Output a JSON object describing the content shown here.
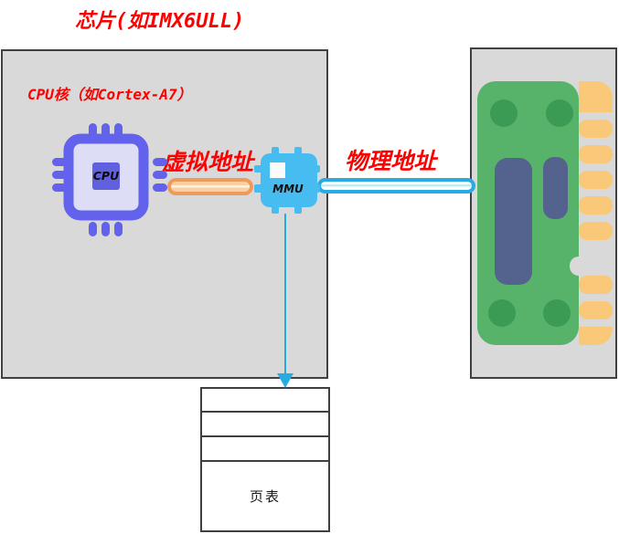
{
  "title": "芯片(如IMX6ULL)",
  "chip_box": {
    "label": "CPU核（如Cortex-A7）",
    "cpu_label": "CPU",
    "mmu_label": "MMU"
  },
  "buses": {
    "virtual_address_label": "虚拟地址",
    "physical_address_label": "物理地址"
  },
  "page_table": {
    "label": "页表",
    "rows": [
      "",
      "",
      "",
      "页表"
    ]
  },
  "colors": {
    "label_red": "#ff0000",
    "box_gray_fill": "#d9d9d9",
    "box_border": "#404040",
    "cpu_purple": "#6262ec",
    "cpu_inner_fill": "#ddddf6",
    "cpu_core_square": "#6161df",
    "mmu_blue": "#47bcf0",
    "virtual_bus_orange": "#f0995c",
    "virtual_bus_fill": "#f9d0a4",
    "physical_bus_blue": "#29abe2",
    "ram_green": "#57b36a",
    "ram_hole_green": "#3b9a53",
    "ram_chip_slate": "#53638e",
    "ram_pins_gold": "#f9c878"
  }
}
